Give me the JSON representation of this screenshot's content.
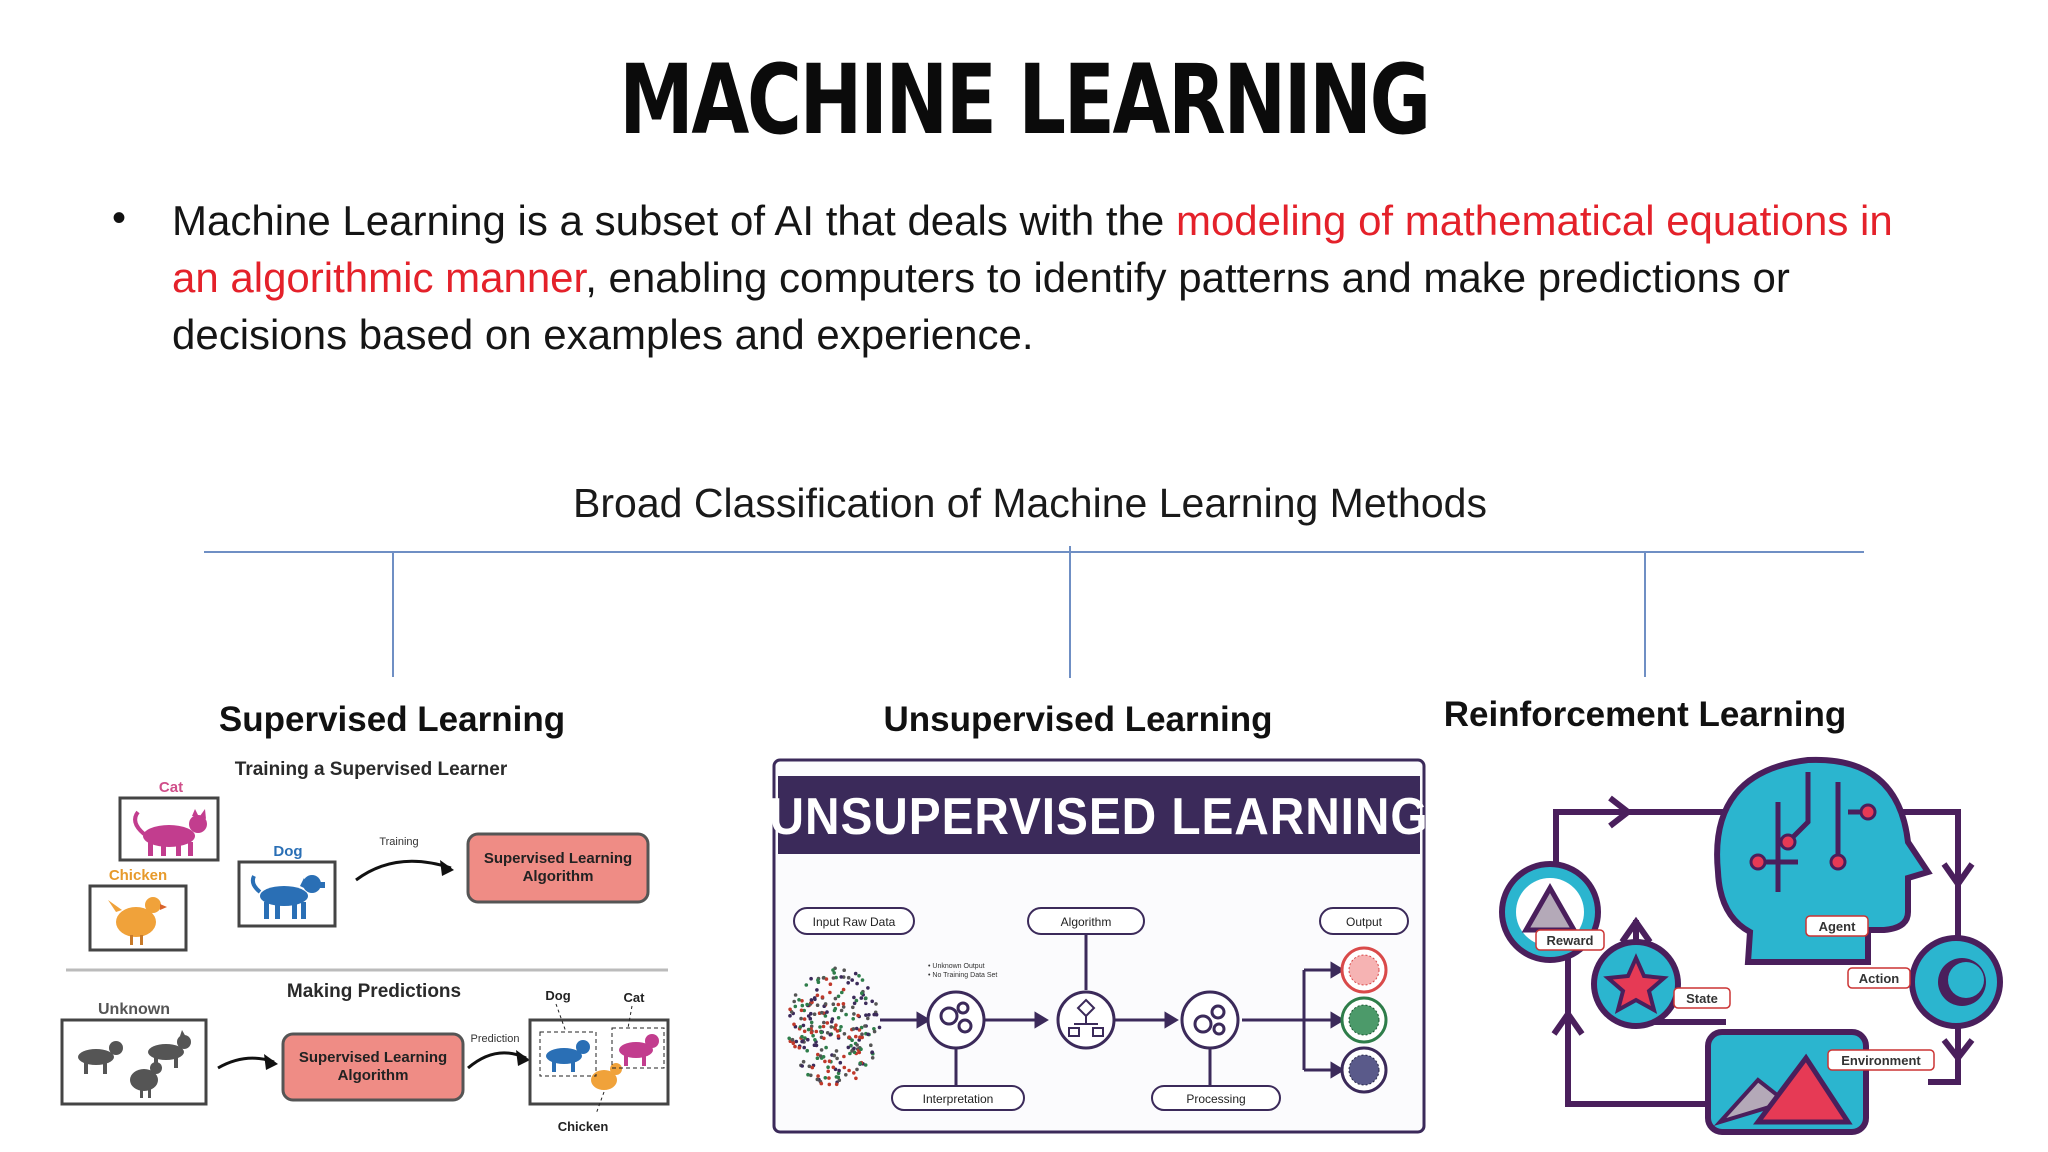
{
  "slide": {
    "title": "MACHINE LEARNING",
    "bullet": {
      "part1": "Machine Learning is a subset of AI that deals with the ",
      "highlight": "modeling of mathematical equations in an algorithmic manner",
      "part2": ", enabling computers to identify patterns and make predictions or decisions based on examples and experience."
    },
    "classification_heading": "Broad Classification of Machine Learning Methods",
    "accent_colors": {
      "highlight_red": "#e4212a",
      "tree_line": "#6f8fc4",
      "unsupervised_banner": "#3b2a5a",
      "supervised_box": "#ef8c85",
      "rl_teal": "#2bb5cf",
      "rl_purple": "#4a1f5c"
    }
  },
  "methods": {
    "supervised": {
      "label": "Supervised Learning",
      "figure": {
        "heading": "Training a Supervised Learner",
        "cat": "Cat",
        "chicken": "Chicken",
        "dog": "Dog",
        "training": "Training",
        "algorithm_line1": "Supervised Learning",
        "algorithm_line2": "Algorithm",
        "making_predictions": "Making Predictions",
        "unknown": "Unknown",
        "prediction": "Prediction",
        "pred_dog": "Dog",
        "pred_cat": "Cat",
        "pred_chicken": "Chicken"
      }
    },
    "unsupervised": {
      "label": "Unsupervised Learning",
      "figure": {
        "banner": "UNSUPERVISED LEARNING",
        "input": "Input Raw Data",
        "algorithm": "Algorithm",
        "output": "Output",
        "note1": "• Unknown Output",
        "note2": "• No Training Data Set",
        "interpretation": "Interpretation",
        "processing": "Processing"
      }
    },
    "reinforcement": {
      "label": "Reinforcement Learning",
      "figure": {
        "reward": "Reward",
        "agent": "Agent",
        "state": "State",
        "action": "Action",
        "environment": "Environment"
      }
    }
  }
}
